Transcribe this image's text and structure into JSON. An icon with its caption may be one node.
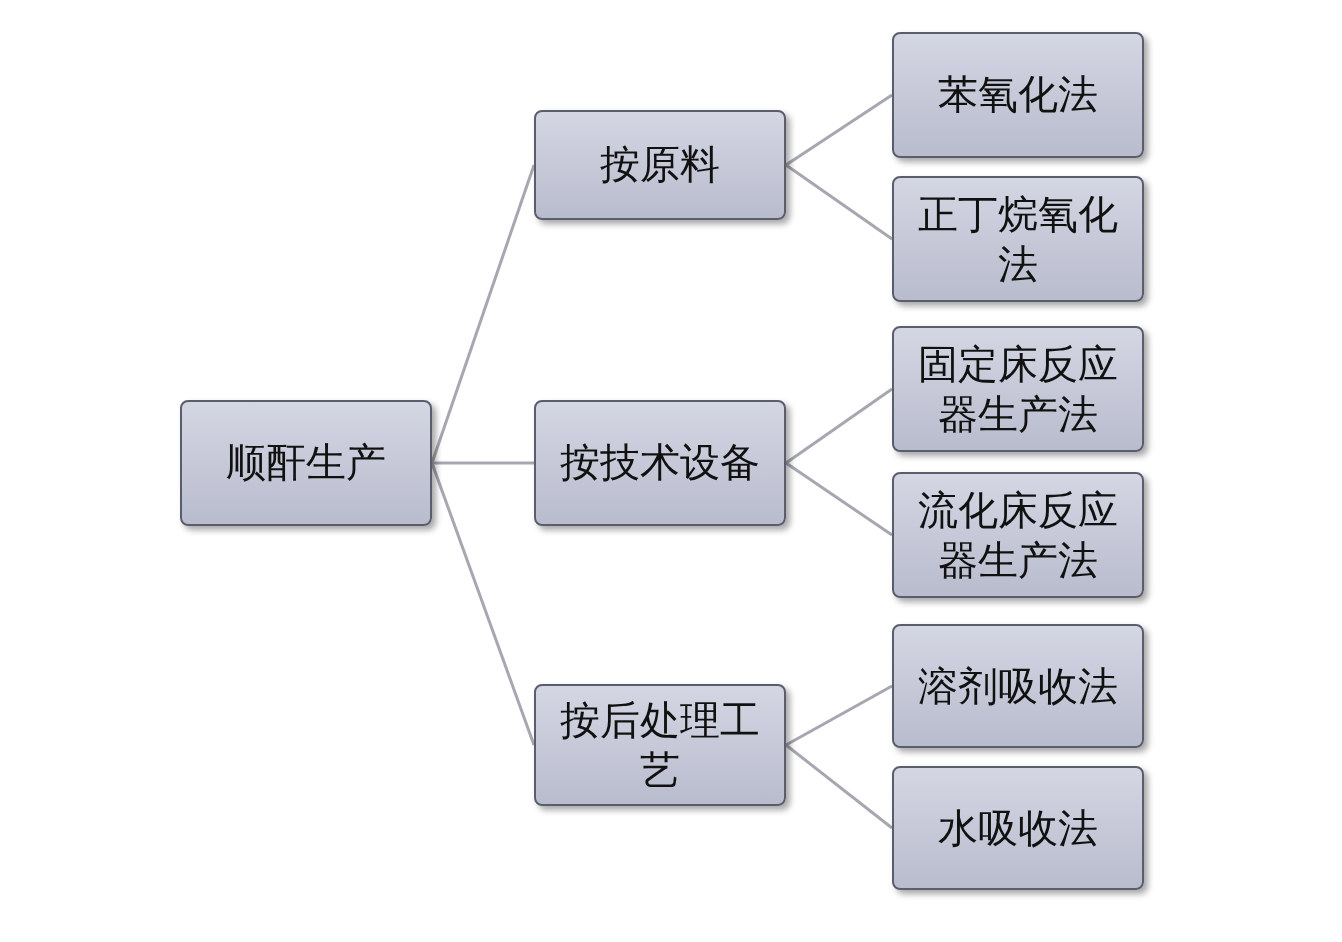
{
  "diagram": {
    "nodes": [
      {
        "text": [
          "顺酐生产"
        ]
      },
      {
        "text": [
          "按原料"
        ]
      },
      {
        "text": [
          "按技术设备"
        ]
      },
      {
        "text": [
          "按后处理工艺"
        ]
      },
      {
        "text": [
          "苯氧化法"
        ]
      },
      {
        "text": [
          "正丁烷氧化法"
        ]
      },
      {
        "text": [
          "固定床反应器生产法"
        ]
      },
      {
        "text": [
          "流化床反应器生产法"
        ]
      },
      {
        "text": [
          "溶剂吸收法"
        ]
      },
      {
        "text": [
          "水吸收法"
        ]
      }
    ],
    "edges": [
      {
        "from": 0,
        "to": 1,
        "arrow": "none"
      },
      {
        "from": 0,
        "to": 2,
        "arrow": "none"
      },
      {
        "from": 0,
        "to": 3,
        "arrow": "none"
      },
      {
        "from": 1,
        "to": 4,
        "arrow": "none"
      },
      {
        "from": 1,
        "to": 5,
        "arrow": "none"
      },
      {
        "from": 2,
        "to": 6,
        "arrow": "none"
      },
      {
        "from": 2,
        "to": 7,
        "arrow": "none"
      },
      {
        "from": 3,
        "to": 8,
        "arrow": "none"
      },
      {
        "from": 3,
        "to": 9,
        "arrow": "none"
      }
    ]
  }
}
